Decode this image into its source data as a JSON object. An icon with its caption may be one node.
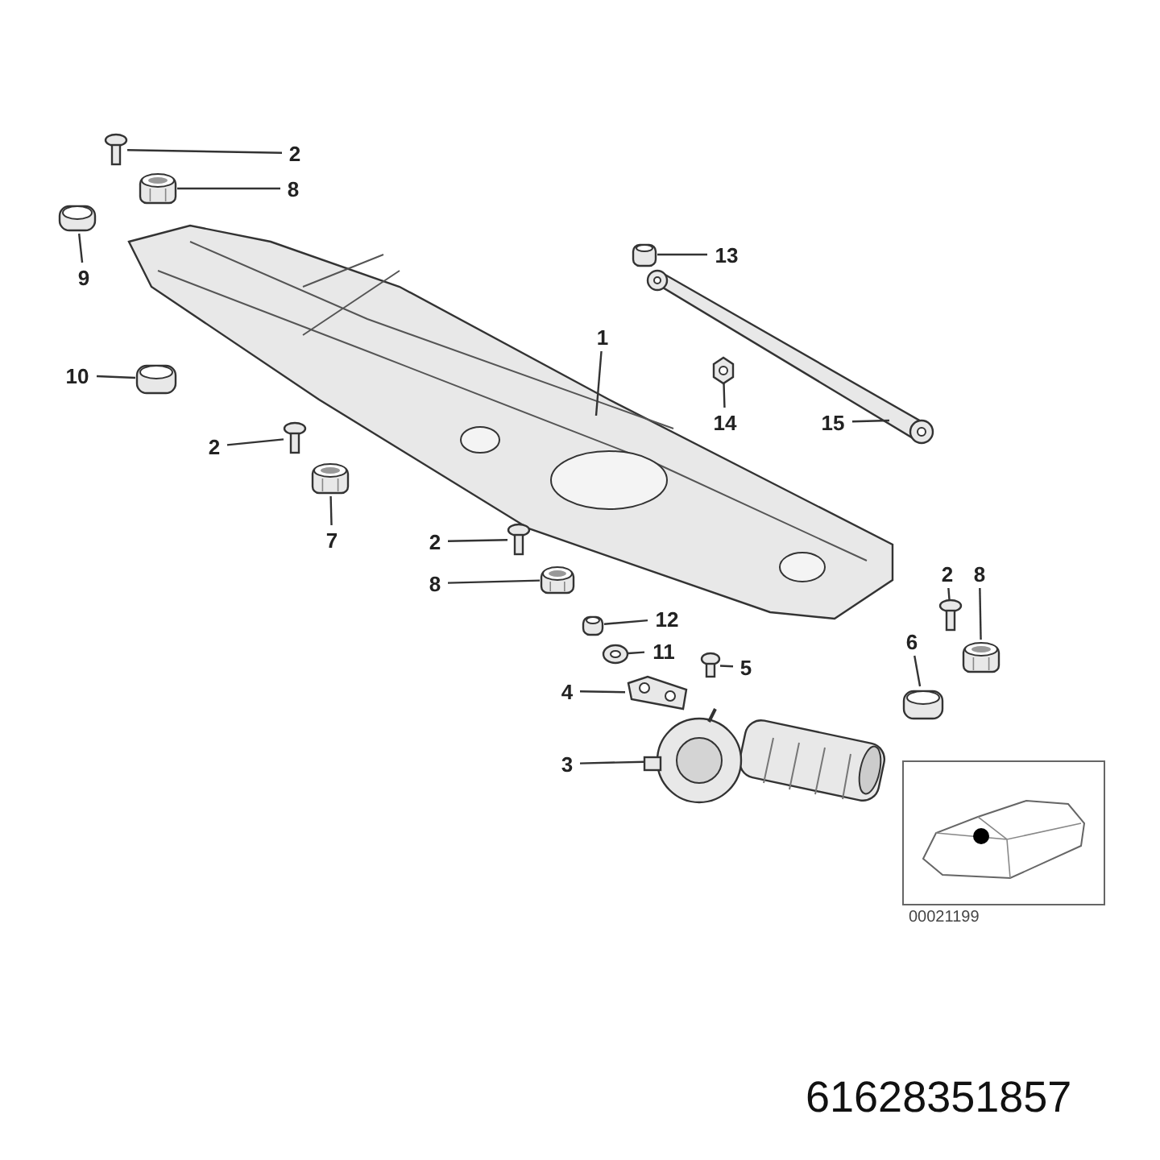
{
  "diagram": {
    "nodes": [
      {
        "text": [
          "2"
        ]
      },
      {
        "text": [],
        "shape": "picture"
      },
      {
        "text": [
          "8"
        ]
      },
      {
        "text": [],
        "shape": "picture"
      },
      {
        "text": [
          "9"
        ]
      },
      {
        "text": [],
        "shape": "picture"
      },
      {
        "text": [
          "10"
        ]
      },
      {
        "text": [],
        "shape": "picture"
      },
      {
        "text": [
          "2"
        ]
      },
      {
        "text": [],
        "shape": "picture"
      },
      {
        "text": [
          "7"
        ]
      },
      {
        "text": [],
        "shape": "picture"
      },
      {
        "text": [
          "1"
        ]
      },
      {
        "text": [],
        "shape": "picture"
      },
      {
        "text": [
          "13"
        ]
      },
      {
        "text": [],
        "shape": "picture"
      },
      {
        "text": [
          "14"
        ]
      },
      {
        "text": [],
        "shape": "picture"
      },
      {
        "text": [
          "15"
        ]
      },
      {
        "text": [],
        "shape": "picture"
      },
      {
        "text": [
          "2"
        ]
      },
      {
        "text": [],
        "shape": "picture"
      },
      {
        "text": [
          "8"
        ]
      },
      {
        "text": [],
        "shape": "picture"
      },
      {
        "text": [
          "12"
        ]
      },
      {
        "text": [],
        "shape": "picture"
      },
      {
        "text": [
          "11"
        ]
      },
      {
        "text": [],
        "shape": "picture"
      },
      {
        "text": [
          "5"
        ]
      },
      {
        "text": [],
        "shape": "picture"
      },
      {
        "text": [
          "4"
        ]
      },
      {
        "text": [],
        "shape": "picture"
      },
      {
        "text": [
          "3"
        ]
      },
      {
        "text": [],
        "shape": "picture"
      },
      {
        "text": [
          "2"
        ]
      },
      {
        "text": [],
        "shape": "picture"
      },
      {
        "text": [
          "8"
        ]
      },
      {
        "text": [],
        "shape": "picture"
      },
      {
        "text": [
          "6"
        ]
      },
      {
        "text": [],
        "shape": "picture"
      },
      {
        "text": [],
        "shape": "picture",
        "beside": [
          "00021199"
        ]
      }
    ],
    "edges": [
      {
        "from": 0,
        "to": 1,
        "arrow": "none"
      },
      {
        "from": 2,
        "to": 3,
        "arrow": "none"
      },
      {
        "from": 4,
        "to": 5,
        "arrow": "none"
      },
      {
        "from": 6,
        "to": 7,
        "arrow": "none"
      },
      {
        "from": 8,
        "to": 9,
        "arrow": "none"
      },
      {
        "from": 10,
        "to": 11,
        "arrow": "none"
      },
      {
        "from": 12,
        "to": 13,
        "arrow": "none"
      },
      {
        "from": 14,
        "to": 15,
        "arrow": "none"
      },
      {
        "from": 16,
        "to": 17,
        "arrow": "none"
      },
      {
        "from": 18,
        "to": 19,
        "arrow": "none"
      },
      {
        "from": 20,
        "to": 21,
        "arrow": "none"
      },
      {
        "from": 22,
        "to": 23,
        "arrow": "none"
      },
      {
        "from": 24,
        "to": 25,
        "arrow": "none"
      },
      {
        "from": 26,
        "to": 27,
        "arrow": "none"
      },
      {
        "from": 28,
        "to": 29,
        "arrow": "none"
      },
      {
        "from": 30,
        "to": 31,
        "arrow": "none"
      },
      {
        "from": 32,
        "to": 33,
        "arrow": "none"
      },
      {
        "from": 34,
        "to": 35,
        "arrow": "none"
      },
      {
        "from": 36,
        "to": 37,
        "arrow": "none"
      },
      {
        "from": 38,
        "to": 39,
        "arrow": "none"
      }
    ],
    "labels": [
      "61628351857"
    ]
  }
}
